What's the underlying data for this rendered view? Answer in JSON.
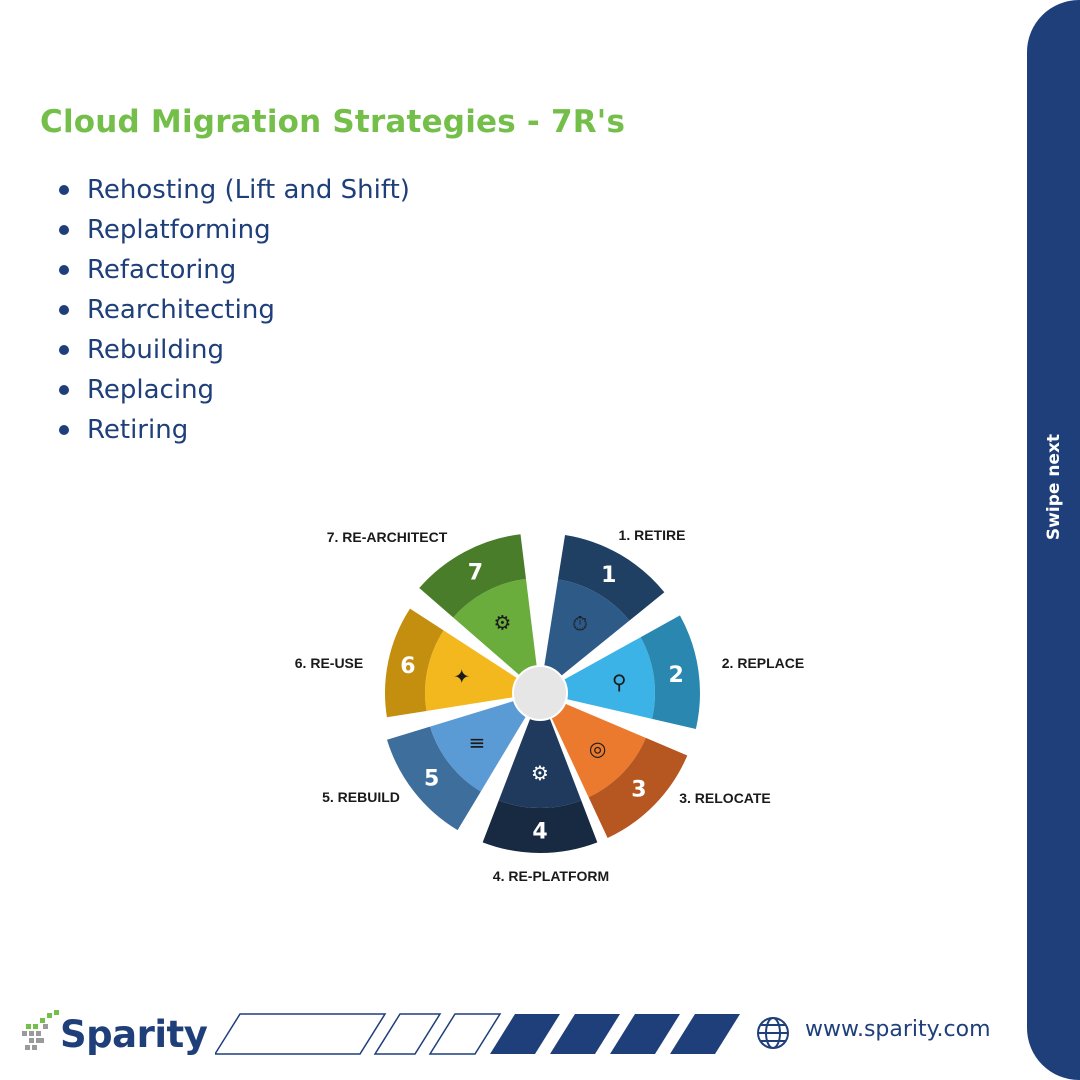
{
  "title": "Cloud Migration Strategies - 7R's",
  "strategies": [
    "Rehosting (Lift and Shift)",
    "Replatforming",
    "Refactoring",
    "Rearchitecting",
    "Rebuilding",
    "Replacing",
    "Retiring"
  ],
  "wheel": {
    "segments": [
      {
        "number": "1",
        "label": "1. RETIRE",
        "icon": "stopwatch-icon",
        "inner": "#2e5a87",
        "outer": "#1f3f63"
      },
      {
        "number": "2",
        "label": "2. REPLACE",
        "icon": "magnifier-icon",
        "inner": "#3bb3e6",
        "outer": "#2a88b0"
      },
      {
        "number": "3",
        "label": "3. RELOCATE",
        "icon": "target-icon",
        "inner": "#ec7a2e",
        "outer": "#b65620"
      },
      {
        "number": "4",
        "label": "4. RE-PLATFORM",
        "icon": "head-gears-icon",
        "inner": "#1f3a5c",
        "outer": "#172a42"
      },
      {
        "number": "5",
        "label": "5. REBUILD",
        "icon": "database-icon",
        "inner": "#5b9bd5",
        "outer": "#3e6e9c"
      },
      {
        "number": "6",
        "label": "6. RE-USE",
        "icon": "lightbulb-icon",
        "inner": "#f2b81e",
        "outer": "#c48e0e"
      },
      {
        "number": "7",
        "label": "7. RE-ARCHITECT",
        "icon": "gears-icon",
        "inner": "#6aad3c",
        "outer": "#4a7d2a"
      }
    ]
  },
  "sidebar": {
    "swipe_label": "Swipe next"
  },
  "footer": {
    "brand": "Sparity",
    "url": "www.sparity.com"
  },
  "colors": {
    "brand_blue": "#1f3f7a",
    "title_green": "#74be4a"
  }
}
